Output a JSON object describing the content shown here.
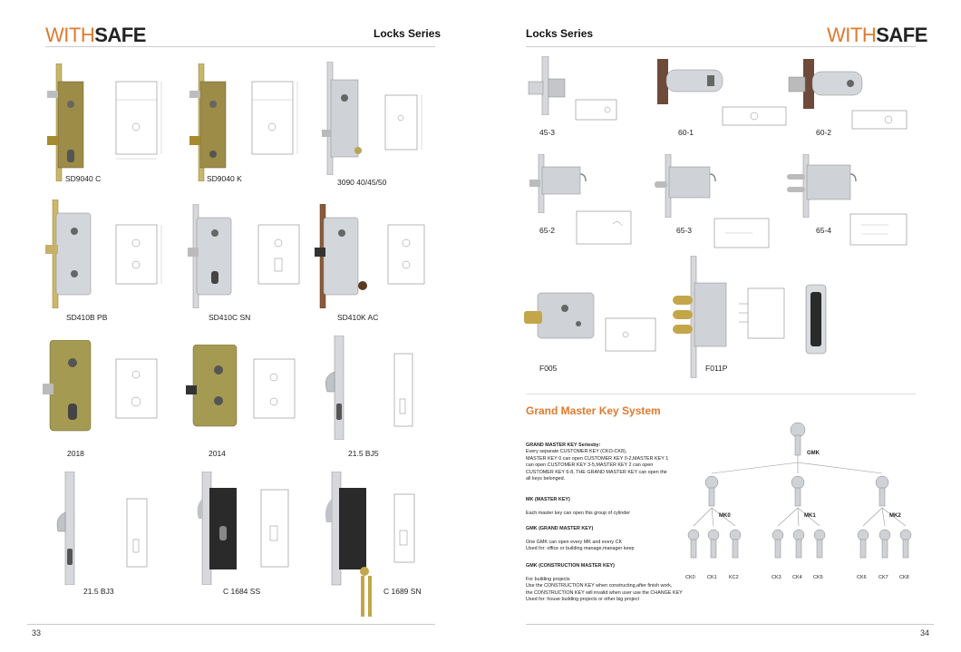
{
  "brand": {
    "part1": "WITH",
    "part2": "SAFE"
  },
  "left_page": {
    "series_title": "Locks Series",
    "page_number": "33",
    "products": [
      {
        "label": "SD9040 C"
      },
      {
        "label": "SD9040 K"
      },
      {
        "label": "3090 40/45/50"
      },
      {
        "label": "SD410B PB"
      },
      {
        "label": "SD410C SN"
      },
      {
        "label": "SD410K AC"
      },
      {
        "label": "2018"
      },
      {
        "label": "2014"
      },
      {
        "label": "21.5 BJ5"
      },
      {
        "label": "21.5 BJ3"
      },
      {
        "label": "C 1684 SS"
      },
      {
        "label": "C 1689 SN"
      }
    ]
  },
  "right_page": {
    "series_title": "Locks Series",
    "page_number": "34",
    "products": [
      {
        "label": "45-3"
      },
      {
        "label": "60-1"
      },
      {
        "label": "60-2"
      },
      {
        "label": "65-2"
      },
      {
        "label": "65-3"
      },
      {
        "label": "65-4"
      },
      {
        "label": "F005"
      },
      {
        "label": "F011P"
      }
    ],
    "gmk": {
      "title": "Grand Master Key System",
      "s1_heading": "GRAND MASTER KEY Seriesby:",
      "s1_lines": [
        "Every separate CUSTOMER KEY (CKO-CK8),",
        "MASTER KEY 0 can open CUSTOMER KEY 0-2,MASTER KEY 1",
        "can open CUSTOMER KEY 3-5,MASTER KEY 2 can open",
        "CUSTOMER KEY 6-8, THE GRAND MASTER KEY can open the",
        "all keys belonged."
      ],
      "s2_heading": "MK (MASTER KEY)",
      "s2_lines": [
        "Each master key can open this group of cylinder"
      ],
      "s3_heading": "GMK (GRAND MASTER KEY)",
      "s3_lines": [
        "One GMK can open every MK and every CK",
        "Used for: office or building manage,manager keep"
      ],
      "s4_heading": "GMK (CONSTRUCTION MASTER KEY)",
      "s4_lines": [
        "For building projects",
        "Use the CONSTRUCTION KEY when constructing,after finish work,",
        "the CONSTRUCTION KEY will invalid when user use the CHANGE KEY",
        "Used for: house building projects or other big project"
      ],
      "tree": {
        "root": "GMK",
        "masters": [
          "MK0",
          "MK1",
          "MK2"
        ],
        "children": [
          "CK0",
          "CK1",
          "KC2",
          "CK3",
          "CK4",
          "CK5",
          "CK6",
          "CK7",
          "CK8"
        ]
      }
    }
  },
  "colors": {
    "accent": "#e07a2e",
    "brass": "#b39a4a",
    "steel": "#c9ccd1",
    "dark": "#2a2a2a",
    "line": "#888888"
  }
}
